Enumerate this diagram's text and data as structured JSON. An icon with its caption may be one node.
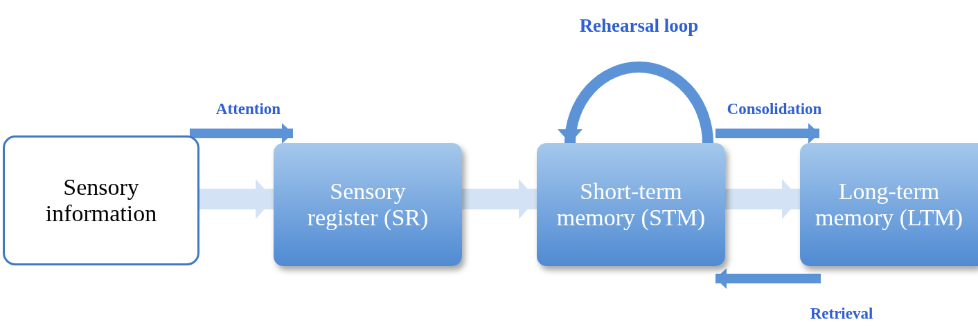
{
  "diagram": {
    "nodes": [
      {
        "text": [
          "Sensory information"
        ]
      },
      {
        "text": [
          "Sensory register (SR)"
        ]
      },
      {
        "text": [
          "Short-term memory (STM)"
        ]
      },
      {
        "text": [
          "Long-term memory (LTM)"
        ]
      }
    ],
    "edges": [
      {
        "from": 0,
        "to": 1,
        "arrow": "to",
        "style": "thick",
        "color": "#d3e3f5"
      },
      {
        "from": 1,
        "to": 2,
        "arrow": "to",
        "style": "thick",
        "color": "#d3e3f5"
      },
      {
        "from": 2,
        "to": 3,
        "arrow": "to",
        "style": "thick",
        "color": "#d3e3f5"
      },
      {
        "from": 0,
        "to": 1,
        "arrow": "to",
        "label": "Attention"
      },
      {
        "from": 2,
        "to": 2,
        "arrow": "to",
        "label": "Rehearsal loop"
      },
      {
        "from": 2,
        "to": 3,
        "arrow": "to",
        "label": "Consolidation"
      },
      {
        "from": 3,
        "to": 2,
        "arrow": "to",
        "label": "Retrieval"
      }
    ]
  }
}
